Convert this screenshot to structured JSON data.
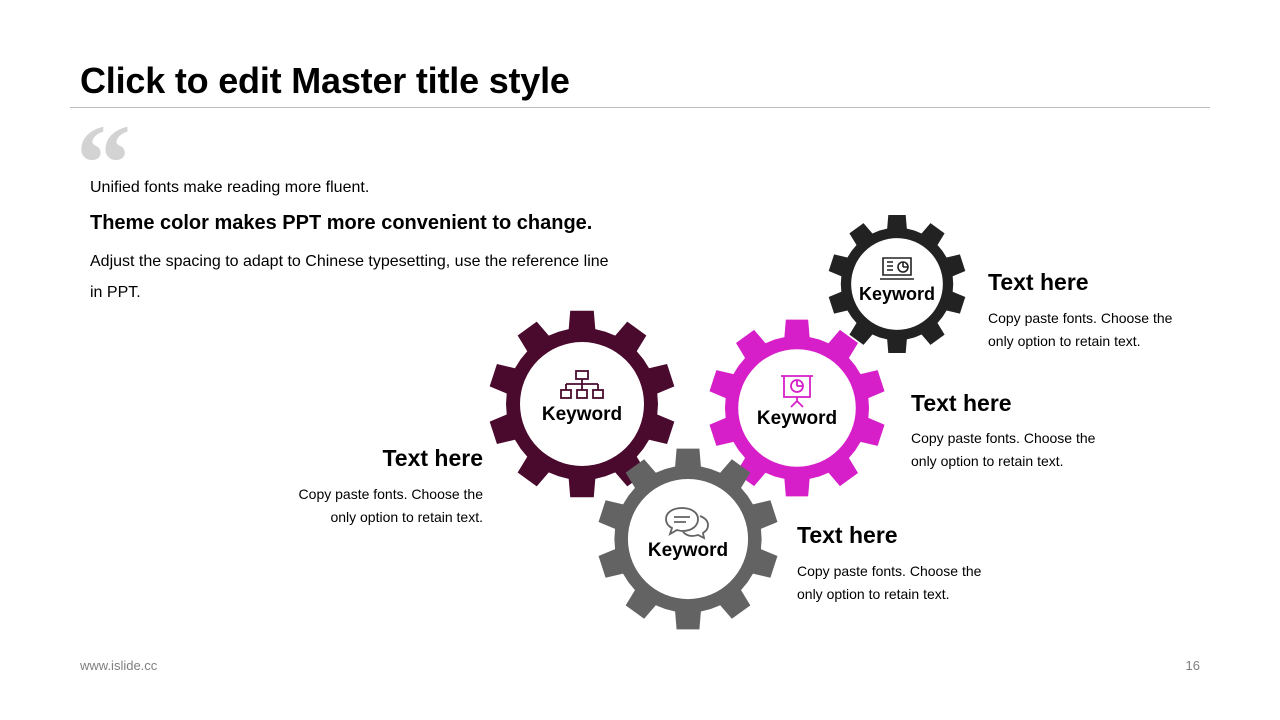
{
  "title": "Click to edit Master title style",
  "quote": {
    "line1": "Unified fonts make reading more fluent.",
    "line2": "Theme color makes PPT more convenient to change.",
    "line3": "Adjust the spacing to adapt to Chinese typesetting, use the reference line in PPT."
  },
  "gears": [
    {
      "keyword": "Keyword",
      "color": "#4a0a2e",
      "icon": "org-chart-icon"
    },
    {
      "keyword": "Keyword",
      "color": "#d61fc8",
      "icon": "presentation-board-icon"
    },
    {
      "keyword": "Keyword",
      "color": "#636363",
      "icon": "chat-bubbles-icon"
    },
    {
      "keyword": "Keyword",
      "color": "#222222",
      "icon": "laptop-chart-icon"
    }
  ],
  "blocks": [
    {
      "title": "Text here",
      "desc": "Copy paste fonts. Choose the only option to retain text."
    },
    {
      "title": "Text here",
      "desc": "Copy paste fonts. Choose the only option to retain text."
    },
    {
      "title": "Text here",
      "desc": "Copy paste fonts. Choose the only option to retain text."
    },
    {
      "title": "Text here",
      "desc": "Copy paste fonts. Choose the only option to retain text."
    }
  ],
  "footer": {
    "url": "www.islide.cc",
    "page": "16"
  }
}
